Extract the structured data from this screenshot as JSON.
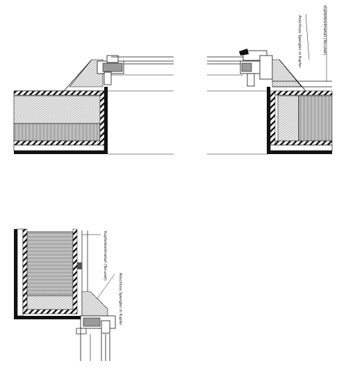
{
  "labels": {
    "top_right_label_1": "Kupferbreitmetall (Tecunet)",
    "top_right_label_2": "Anschluss Spengler in Kupfer",
    "bottom_label_1": "Kupferbreitmetall (Tecunet)",
    "bottom_label_2": "Anschluss Spengler in Kupfer"
  },
  "colors": {
    "ink": "#111111",
    "hatch_dark": "#2a2a2a",
    "hatch_light": "#7a7a7a",
    "fill_grey": "#9a9a9a",
    "paper": "#ffffff"
  }
}
